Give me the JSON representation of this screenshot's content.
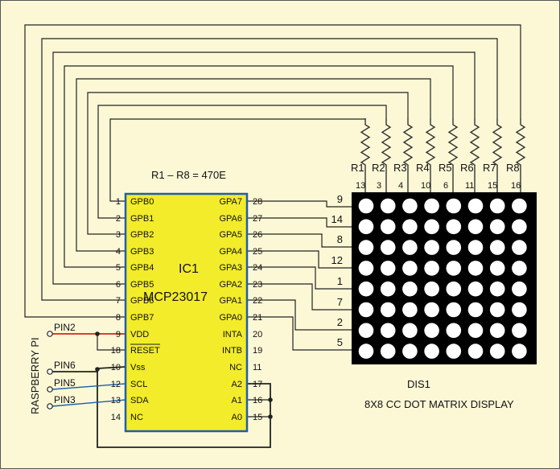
{
  "resistor_note": "R1 – R8 = 470E",
  "resistors": [
    "R1",
    "R2",
    "R3",
    "R4",
    "R5",
    "R6",
    "R7",
    "R8"
  ],
  "resistor_pins": [
    "13",
    "3",
    "4",
    "10",
    "6",
    "11",
    "15",
    "16"
  ],
  "row_pins": [
    "9",
    "14",
    "8",
    "12",
    "1",
    "7",
    "2",
    "5"
  ],
  "ic": {
    "name": "IC1",
    "part": "MCP23017",
    "left_pins": [
      {
        "num": "1",
        "label": "GPB0"
      },
      {
        "num": "2",
        "label": "GPB1"
      },
      {
        "num": "3",
        "label": "GPB2"
      },
      {
        "num": "4",
        "label": "GPB3"
      },
      {
        "num": "5",
        "label": "GPB4"
      },
      {
        "num": "6",
        "label": "GPB5"
      },
      {
        "num": "7",
        "label": "GPB6"
      },
      {
        "num": "8",
        "label": "GPB7"
      },
      {
        "num": "9",
        "label": "VDD"
      },
      {
        "num": "18",
        "label": "RESET"
      },
      {
        "num": "10",
        "label": "Vss"
      },
      {
        "num": "12",
        "label": "SCL"
      },
      {
        "num": "13",
        "label": "SDA"
      },
      {
        "num": "14",
        "label": "NC"
      }
    ],
    "right_pins": [
      {
        "num": "28",
        "label": "GPA7"
      },
      {
        "num": "27",
        "label": "GPA6"
      },
      {
        "num": "26",
        "label": "GPA5"
      },
      {
        "num": "25",
        "label": "GPA4"
      },
      {
        "num": "24",
        "label": "GPA3"
      },
      {
        "num": "23",
        "label": "GPA2"
      },
      {
        "num": "22",
        "label": "GPA1"
      },
      {
        "num": "21",
        "label": "GPA0"
      },
      {
        "num": "20",
        "label": "INTA"
      },
      {
        "num": "19",
        "label": "INTB"
      },
      {
        "num": "11",
        "label": "NC"
      },
      {
        "num": "17",
        "label": "A2"
      },
      {
        "num": "16",
        "label": "A1"
      },
      {
        "num": "15",
        "label": "A0"
      }
    ]
  },
  "pi_label": "RASPBERRY PI",
  "pi_pins": [
    "PIN2",
    "PIN6",
    "PIN5",
    "PIN3"
  ],
  "display_name": "DIS1",
  "display_desc": "8X8 CC DOT MATRIX DISPLAY",
  "colors": {
    "background": "#fcf8d6",
    "ic_fill": "#f2ec2a",
    "ic_border": "#1f5fa8",
    "wire": "#222222",
    "resistor": "#333333",
    "vdd_wire": "#d8231d",
    "i2c_wire": "#1f5fa8",
    "display": "#000000",
    "dot": "#ffffff"
  }
}
